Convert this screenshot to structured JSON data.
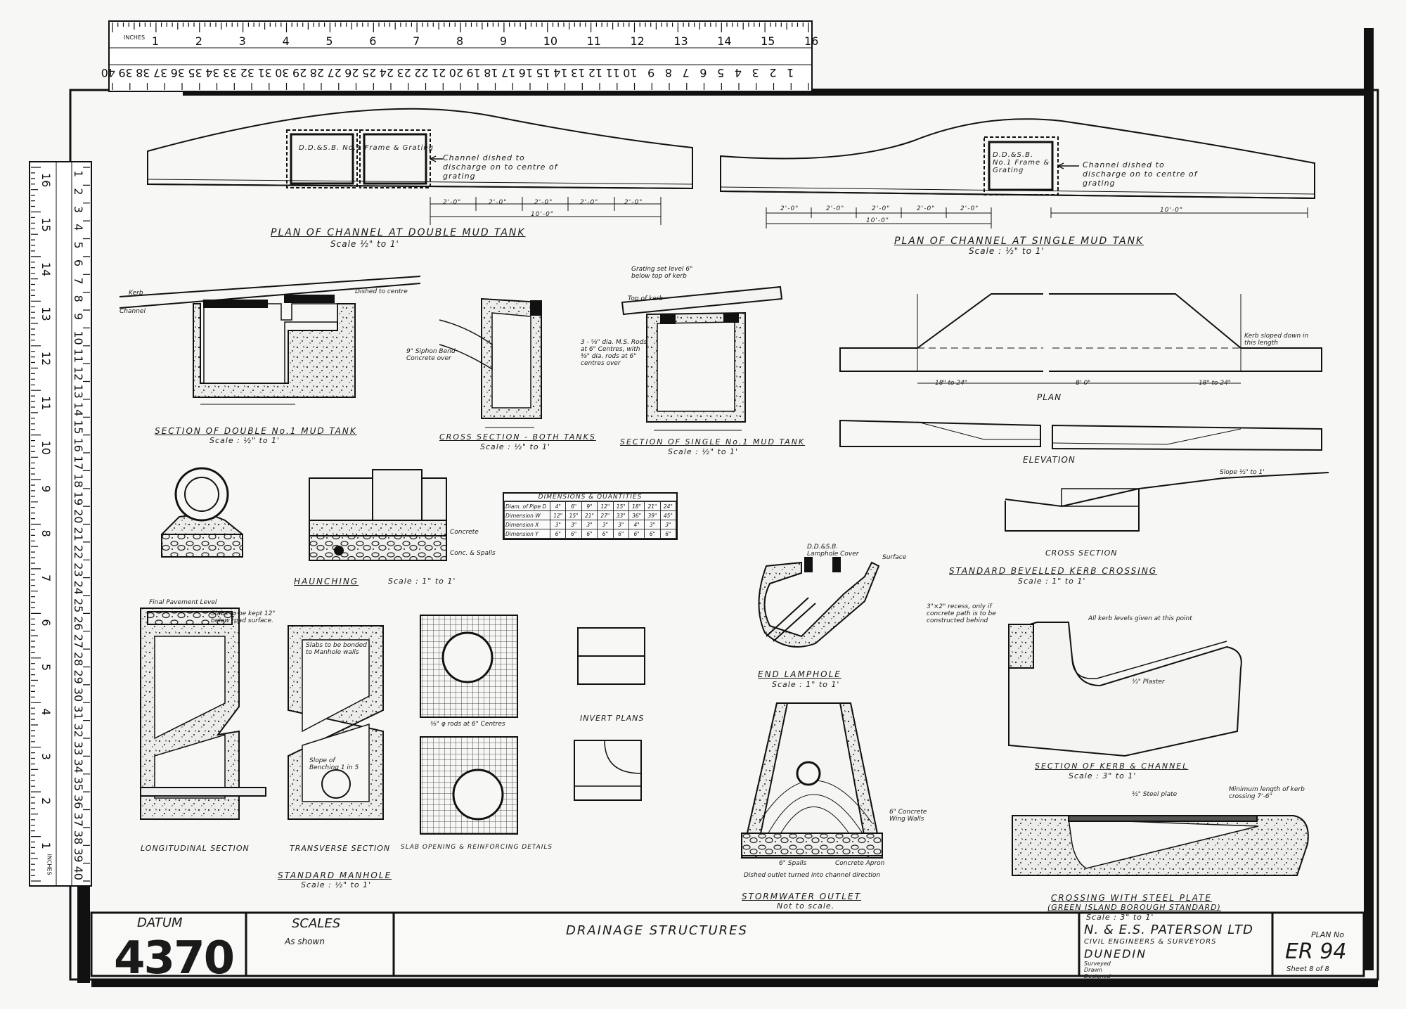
{
  "ruler_top": {
    "unit_label": "INCHES",
    "inch_numbers": [
      "1",
      "2",
      "3",
      "4",
      "5",
      "6",
      "7",
      "8",
      "9",
      "10",
      "11",
      "12",
      "13",
      "14",
      "15",
      "16"
    ],
    "cm_numbers": [
      "40",
      "39",
      "38",
      "37",
      "36",
      "35",
      "34",
      "33",
      "32",
      "31",
      "30",
      "29",
      "28",
      "27",
      "26",
      "25",
      "24",
      "23",
      "22",
      "21",
      "20",
      "19",
      "18",
      "17",
      "16",
      "15",
      "14",
      "13",
      "12",
      "11",
      "10",
      "9",
      "8",
      "7",
      "6",
      "5",
      "4",
      "3",
      "2",
      "1"
    ]
  },
  "ruler_left": {
    "unit_label": "INCHES",
    "inch_numbers": [
      "16",
      "15",
      "14",
      "13",
      "12",
      "11",
      "10",
      "9",
      "8",
      "7",
      "6",
      "5",
      "4",
      "3",
      "2",
      "1"
    ],
    "cm_numbers": [
      "1",
      "2",
      "3",
      "4",
      "5",
      "6",
      "7",
      "8",
      "9",
      "10",
      "11",
      "12",
      "13",
      "14",
      "15",
      "16",
      "17",
      "18",
      "19",
      "20",
      "21",
      "22",
      "23",
      "24",
      "25",
      "26",
      "27",
      "28",
      "29",
      "30",
      "31",
      "32",
      "33",
      "34",
      "35",
      "36",
      "37",
      "38",
      "39",
      "40"
    ]
  },
  "drawings": {
    "plan_double": {
      "title": "PLAN OF CHANNEL AT DOUBLE MUD TANK",
      "scale": "Scale  ½\" to 1'",
      "note": "Channel dished to discharge on to centre of grating",
      "frame": "D.D.&S.B. No.1 Frame & Grating",
      "dims": [
        "2'-0\"",
        "2'-0\"",
        "2'-0\"",
        "2'-0\"",
        "2'-0\"",
        "10'-0\""
      ]
    },
    "plan_single": {
      "title": "PLAN OF CHANNEL AT SINGLE MUD TANK",
      "scale": "Scale : ½\" to 1'",
      "note": "Channel dished to discharge on to centre of grating",
      "frame": "D.D.&S.B. No.1 Frame & Grating",
      "dims": [
        "2'-0\"",
        "2'-0\"",
        "2'-0\"",
        "2'-0\"",
        "2'-0\"",
        "10'-0\"",
        "10'-0\""
      ]
    },
    "section_double": {
      "title": "SECTION OF DOUBLE No.1 MUD TANK",
      "scale": "Scale : ½\" to 1'",
      "kerb": "Kerb",
      "channel": "Channel",
      "dished": "Dished to centre"
    },
    "cross_section": {
      "title": "CROSS SECTION - BOTH TANKS",
      "scale": "Scale : ½\" to 1'",
      "note": "9\" Siphon Bend Concrete over"
    },
    "section_single": {
      "title": "SECTION OF SINGLE No.1 MUD TANK",
      "scale": "Scale : ½\" to 1'",
      "grating": "Grating set level 6\" below top of kerb",
      "top_of_kerb": "Top of kerb",
      "rods": "3 - ⅝\" dia. M.S. Rods at 6\" Centres, with ⅜\" dia. rods at 6\" centres over"
    },
    "kerb_plan": {
      "plan": "PLAN",
      "elevation": "ELEVATION",
      "kerb_note": "Kerb sloped down in this length",
      "dims": [
        "18\" to 24\"",
        "8'-0\"",
        "18\" to 24\""
      ]
    },
    "bevelled": {
      "title": "STANDARD BEVELLED KERB CROSSING",
      "scale": "Scale : 1\" to 1'",
      "cross": "CROSS SECTION",
      "slope": "Slope ½\" to 1'"
    },
    "haunching": {
      "title": "HAUNCHING",
      "scale": "Scale : 1\" to 1'",
      "concrete": "Concrete",
      "spalls": "Conc. & Spalls"
    },
    "end_lamphole": {
      "title": "END LAMPHOLE",
      "scale": "Scale : 1\" to 1'",
      "cover": "D.D.&S.B. Lamphole Cover",
      "surface": "Surface"
    },
    "manhole": {
      "title": "STANDARD MANHOLE",
      "scale": "Scale : ½\" to 1'",
      "long": "LONGITUDINAL SECTION",
      "trans": "TRANSVERSE SECTION",
      "slab": "SLAB OPENING & REINFORCING DETAILS",
      "invert": "INVERT PLANS",
      "pavement": "Final Pavement Level",
      "slabs_note": "Slabs to be kept 12\" below road surface.",
      "bonded": "Slabs to be bonded to Manhole walls",
      "benching": "Slope of Benching 1 in 5",
      "rods": "⅜\" φ rods at 6\" Centres"
    },
    "stormwater": {
      "title": "STORMWATER OUTLET",
      "scale": "Not to scale.",
      "wing": "6\" Concrete Wing Walls",
      "apron": "Concrete Apron",
      "spalls": "6\" Spalls",
      "dished": "Dished outlet turned into channel direction"
    },
    "kerb_channel": {
      "title": "SECTION OF KERB & CHANNEL",
      "scale": "Scale : 3\" to 1'",
      "recess": "3\"×2\" recess, only if concrete path is to be constructed behind",
      "levels": "All kerb levels given at this point",
      "plaster": "½\" Plaster"
    },
    "steel_plate": {
      "title": "CROSSING WITH STEEL PLATE",
      "subtitle": "(GREEN ISLAND BOROUGH STANDARD)",
      "scale": "Scale : 3\" to 1'",
      "plate": "½\" Steel plate",
      "min_length": "Minimum length of kerb crossing 7'-6\""
    }
  },
  "dimensions_table": {
    "title": "DIMENSIONS & QUANTITIES",
    "rows": [
      [
        "Diam. of Pipe  D",
        "4\"",
        "6\"",
        "9\"",
        "12\"",
        "15\"",
        "18\"",
        "21\"",
        "24\""
      ],
      [
        "Dimension  W",
        "12\"",
        "15\"",
        "21\"",
        "27\"",
        "33\"",
        "36\"",
        "39\"",
        "45\""
      ],
      [
        "Dimension  X",
        "3\"",
        "3\"",
        "3\"",
        "3\"",
        "3\"",
        "4\"",
        "3\"",
        "3\""
      ],
      [
        "Dimension  Y",
        "6\"",
        "6\"",
        "6\"",
        "6\"",
        "6\"",
        "6\"",
        "6\"",
        "6\""
      ]
    ]
  },
  "title_block": {
    "datum_label": "DATUM",
    "datum_value": "4370",
    "scales_label": "SCALES",
    "scales_value": "As shown",
    "drawing_title": "DRAINAGE  STRUCTURES",
    "firm": "N. & E.S. PATERSON LTD",
    "firm_sub": "CIVIL ENGINEERS & SURVEYORS",
    "city": "DUNEDIN",
    "surveyed": "Surveyed",
    "drawn": "Drawn",
    "designed": "Designed",
    "plan_no_label": "PLAN  No",
    "plan_no": "ER 94",
    "sheet": "Sheet 8 of 8"
  }
}
